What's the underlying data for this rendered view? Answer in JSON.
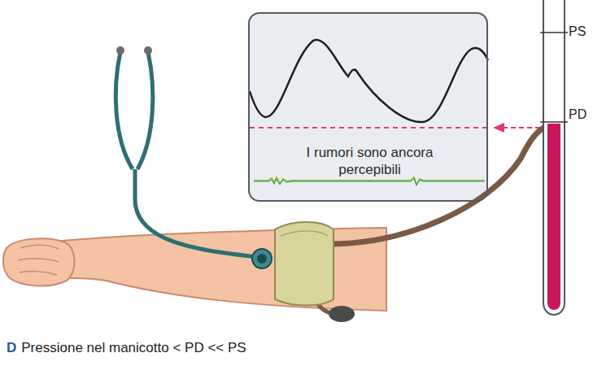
{
  "diagram": {
    "caption": "Pressione nel manicotto < PD << PS",
    "nodes": [
      {
        "text": [
          "I rumori sono ancora percepibili"
        ]
      }
    ],
    "labels": [
      "PS",
      "PD",
      "D"
    ]
  }
}
